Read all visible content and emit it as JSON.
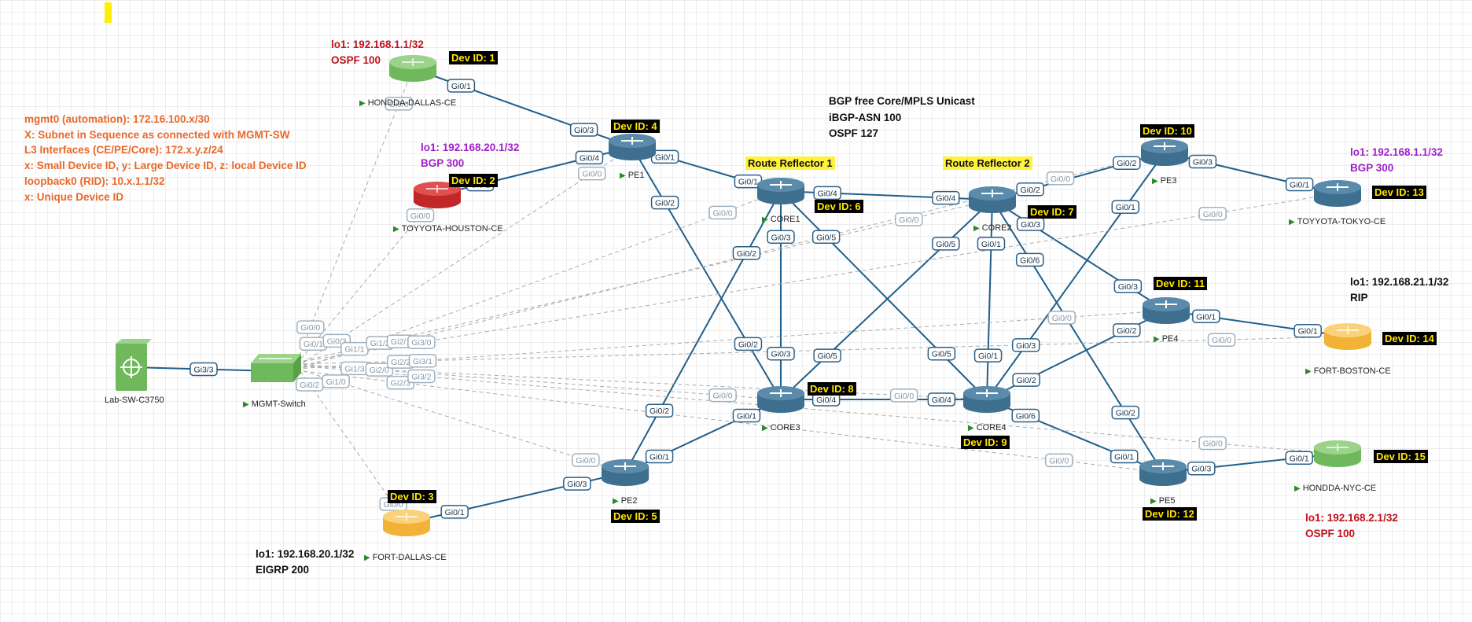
{
  "legend": [
    "mgmt0 (automation): 172.16.100.x/30",
    "X: Subnet in Sequence as connected  with MGMT-SW",
    "L3 Interfaces (CE/PE/Core): 172.x.y.z/24",
    "x: Small Device ID, y: Large Device ID, z: local Device ID",
    "loopback0 (RID): 10.x.1.1/32",
    "x: Unique Device ID"
  ],
  "title_block": [
    "BGP  free Core/MPLS Unicast",
    "iBGP-ASN 100",
    "OSPF 127"
  ],
  "route_reflectors": [
    "Route Reflector 1",
    "Route Reflector 2"
  ],
  "colors": {
    "link": "#1f5f8b",
    "mgmt_link": "#aaaaaa",
    "port_border": "#2b5f86",
    "router_body": "#3f6f8f",
    "green": "#7ac36a",
    "red": "#cc2a2a",
    "orange": "#f5b940",
    "dev_id_bg": "#000000",
    "dev_id_fg": "#ffe600",
    "rr_bg": "#fff23a"
  },
  "nodes": [
    {
      "id": "lab_sw",
      "label": "Lab-SW-C3750",
      "icon": "l3-switch-icon",
      "color": "green"
    },
    {
      "id": "mgmt",
      "label": "MGMT-Switch",
      "icon": "switch-icon",
      "color": "green"
    },
    {
      "id": "honda_dallas",
      "label": "HONDDA-DALLAS-CE",
      "icon": "router-icon",
      "color": "green",
      "dev_id": "Dev ID: 1",
      "info": [
        "lo1: 192.168.1.1/32",
        "OSPF 100"
      ],
      "info_color": "red"
    },
    {
      "id": "toyota_houston",
      "label": "TOYYOTA-HOUSTON-CE",
      "icon": "router-icon",
      "color": "red",
      "dev_id": "Dev ID: 2",
      "info": [
        "lo1: 192.168.20.1/32",
        "BGP 300"
      ],
      "info_color": "purple"
    },
    {
      "id": "fort_dallas",
      "label": "FORT-DALLAS-CE",
      "icon": "router-icon",
      "color": "orange",
      "dev_id": "Dev ID: 3",
      "info": [
        "lo1: 192.168.20.1/32",
        "EIGRP 200"
      ],
      "info_color": "black"
    },
    {
      "id": "pe1",
      "label": "PE1",
      "icon": "router-icon",
      "color": "blue",
      "dev_id": "Dev ID: 4"
    },
    {
      "id": "pe2",
      "label": "PE2",
      "icon": "router-icon",
      "color": "blue",
      "dev_id": "Dev ID: 5"
    },
    {
      "id": "core1",
      "label": "CORE1",
      "icon": "router-icon",
      "color": "blue",
      "dev_id": "Dev ID: 6"
    },
    {
      "id": "core2",
      "label": "CORE2",
      "icon": "router-icon",
      "color": "blue",
      "dev_id": "Dev ID: 7"
    },
    {
      "id": "core3",
      "label": "CORE3",
      "icon": "router-icon",
      "color": "blue",
      "dev_id": "Dev ID: 8"
    },
    {
      "id": "core4",
      "label": "CORE4",
      "icon": "router-icon",
      "color": "blue",
      "dev_id": "Dev ID: 9"
    },
    {
      "id": "pe3",
      "label": "PE3",
      "icon": "router-icon",
      "color": "blue",
      "dev_id": "Dev ID: 10"
    },
    {
      "id": "pe4",
      "label": "PE4",
      "icon": "router-icon",
      "color": "blue",
      "dev_id": "Dev ID: 11"
    },
    {
      "id": "pe5",
      "label": "PE5",
      "icon": "router-icon",
      "color": "blue",
      "dev_id": "Dev ID: 12"
    },
    {
      "id": "toyota_tokyo",
      "label": "TOYYOTA-TOKYO-CE",
      "icon": "router-icon",
      "color": "blue",
      "dev_id": "Dev ID: 13",
      "info": [
        "lo1: 192.168.1.1/32",
        "BGP 300"
      ],
      "info_color": "purple"
    },
    {
      "id": "fort_boston",
      "label": "FORT-BOSTON-CE",
      "icon": "router-icon",
      "color": "orange",
      "dev_id": "Dev ID: 14",
      "info": [
        "lo1: 192.168.21.1/32",
        "RIP"
      ],
      "info_color": "black"
    },
    {
      "id": "honda_nyc",
      "label": "HONDDA-NYC-CE",
      "icon": "router-icon",
      "color": "green",
      "dev_id": "Dev ID: 15",
      "info": [
        "lo1: 192.168.2.1/32",
        "OSPF 100"
      ],
      "info_color": "red"
    }
  ],
  "links": [
    {
      "a": "lab_sw",
      "b": "mgmt",
      "ports": [
        "Gi3/3"
      ],
      "type": "solid"
    },
    {
      "a": "honda_dallas",
      "b": "pe1",
      "ports": [
        "Gi0/1",
        "Gi0/3"
      ],
      "type": "solid"
    },
    {
      "a": "toyota_houston",
      "b": "pe1",
      "ports": [
        "Gi0/1",
        "Gi0/4"
      ],
      "type": "solid"
    },
    {
      "a": "pe1",
      "b": "core1",
      "ports": [
        "Gi0/1",
        "Gi0/1"
      ],
      "type": "solid"
    },
    {
      "a": "pe1",
      "b": "core3",
      "ports": [
        "Gi0/2",
        "Gi0/2"
      ],
      "type": "solid"
    },
    {
      "a": "fort_dallas",
      "b": "pe2",
      "ports": [
        "Gi0/1",
        "Gi0/3"
      ],
      "type": "solid"
    },
    {
      "a": "pe2",
      "b": "core1",
      "ports": [
        "Gi0/2",
        "Gi0/2"
      ],
      "type": "solid"
    },
    {
      "a": "pe2",
      "b": "core3",
      "ports": [
        "Gi0/1",
        "Gi0/1"
      ],
      "type": "solid"
    },
    {
      "a": "core1",
      "b": "core2",
      "ports": [
        "Gi0/4",
        "Gi0/4"
      ],
      "type": "solid"
    },
    {
      "a": "core1",
      "b": "core3",
      "ports": [
        "Gi0/3",
        "Gi0/3"
      ],
      "type": "solid"
    },
    {
      "a": "core1",
      "b": "core4",
      "ports": [
        "Gi0/5",
        "Gi0/5"
      ],
      "type": "solid"
    },
    {
      "a": "core2",
      "b": "core3",
      "ports": [
        "Gi0/5",
        "Gi0/5"
      ],
      "type": "solid"
    },
    {
      "a": "core2",
      "b": "core4",
      "ports": [
        "Gi0/1",
        "Gi0/1"
      ],
      "type": "solid"
    },
    {
      "a": "core2",
      "b": "pe3",
      "ports": [
        "Gi0/2",
        "Gi0/2"
      ],
      "type": "solid"
    },
    {
      "a": "core2",
      "b": "pe4",
      "ports": [
        "Gi0/3",
        "Gi0/3"
      ],
      "type": "solid"
    },
    {
      "a": "core2",
      "b": "pe5",
      "ports": [
        "Gi0/6",
        "Gi0/2"
      ],
      "type": "solid"
    },
    {
      "a": "core3",
      "b": "core4",
      "ports": [
        "Gi0/4",
        "Gi0/4"
      ],
      "type": "solid"
    },
    {
      "a": "core4",
      "b": "pe3",
      "ports": [
        "Gi0/3",
        "Gi0/1"
      ],
      "type": "solid"
    },
    {
      "a": "core4",
      "b": "pe4",
      "ports": [
        "Gi0/2",
        "Gi0/2"
      ],
      "type": "solid"
    },
    {
      "a": "core4",
      "b": "pe5",
      "ports": [
        "Gi0/6",
        "Gi0/1"
      ],
      "type": "solid"
    },
    {
      "a": "pe3",
      "b": "toyota_tokyo",
      "ports": [
        "Gi0/3",
        "Gi0/1"
      ],
      "type": "solid"
    },
    {
      "a": "pe4",
      "b": "fort_boston",
      "ports": [
        "Gi0/1",
        "Gi0/1"
      ],
      "type": "solid"
    },
    {
      "a": "pe5",
      "b": "honda_nyc",
      "ports": [
        "Gi0/3",
        "Gi0/1"
      ],
      "type": "solid"
    },
    {
      "a": "mgmt",
      "b": "honda_dallas",
      "ports": [
        "Gi0/0",
        "Gi0/0"
      ],
      "type": "mgmt"
    },
    {
      "a": "mgmt",
      "b": "toyota_houston",
      "ports": [
        "Gi0/1",
        "Gi0/0"
      ],
      "type": "mgmt"
    },
    {
      "a": "mgmt",
      "b": "fort_dallas",
      "ports": [
        "Gi0/2",
        "Gi0/0"
      ],
      "type": "mgmt"
    },
    {
      "a": "mgmt",
      "b": "pe1",
      "ports": [
        "Gi0/3",
        "Gi0/0"
      ],
      "type": "mgmt"
    },
    {
      "a": "mgmt",
      "b": "pe2",
      "ports": [
        "Gi1/0",
        "Gi0/0"
      ],
      "type": "mgmt"
    },
    {
      "a": "mgmt",
      "b": "core1",
      "ports": [
        "Gi1/1",
        "Gi0/0"
      ],
      "type": "mgmt"
    },
    {
      "a": "mgmt",
      "b": "core2",
      "ports": [
        "Gi1/2",
        "Gi0/0"
      ],
      "type": "mgmt"
    },
    {
      "a": "mgmt",
      "b": "core3",
      "ports": [
        "Gi1/3",
        "Gi0/0"
      ],
      "type": "mgmt"
    },
    {
      "a": "mgmt",
      "b": "core4",
      "ports": [
        "Gi2/0",
        "Gi0/0"
      ],
      "type": "mgmt"
    },
    {
      "a": "mgmt",
      "b": "pe3",
      "ports": [
        "Gi2/1",
        "Gi0/0"
      ],
      "type": "mgmt"
    },
    {
      "a": "mgmt",
      "b": "pe4",
      "ports": [
        "Gi2/2",
        "Gi0/0"
      ],
      "type": "mgmt"
    },
    {
      "a": "mgmt",
      "b": "pe5",
      "ports": [
        "Gi2/3",
        "Gi0/0"
      ],
      "type": "mgmt"
    },
    {
      "a": "mgmt",
      "b": "toyota_tokyo",
      "ports": [
        "Gi3/0",
        "Gi0/0"
      ],
      "type": "mgmt"
    },
    {
      "a": "mgmt",
      "b": "fort_boston",
      "ports": [
        "Gi3/1",
        "Gi0/0"
      ],
      "type": "mgmt"
    },
    {
      "a": "mgmt",
      "b": "honda_nyc",
      "ports": [
        "Gi3/2",
        "Gi0/0"
      ],
      "type": "mgmt"
    }
  ]
}
